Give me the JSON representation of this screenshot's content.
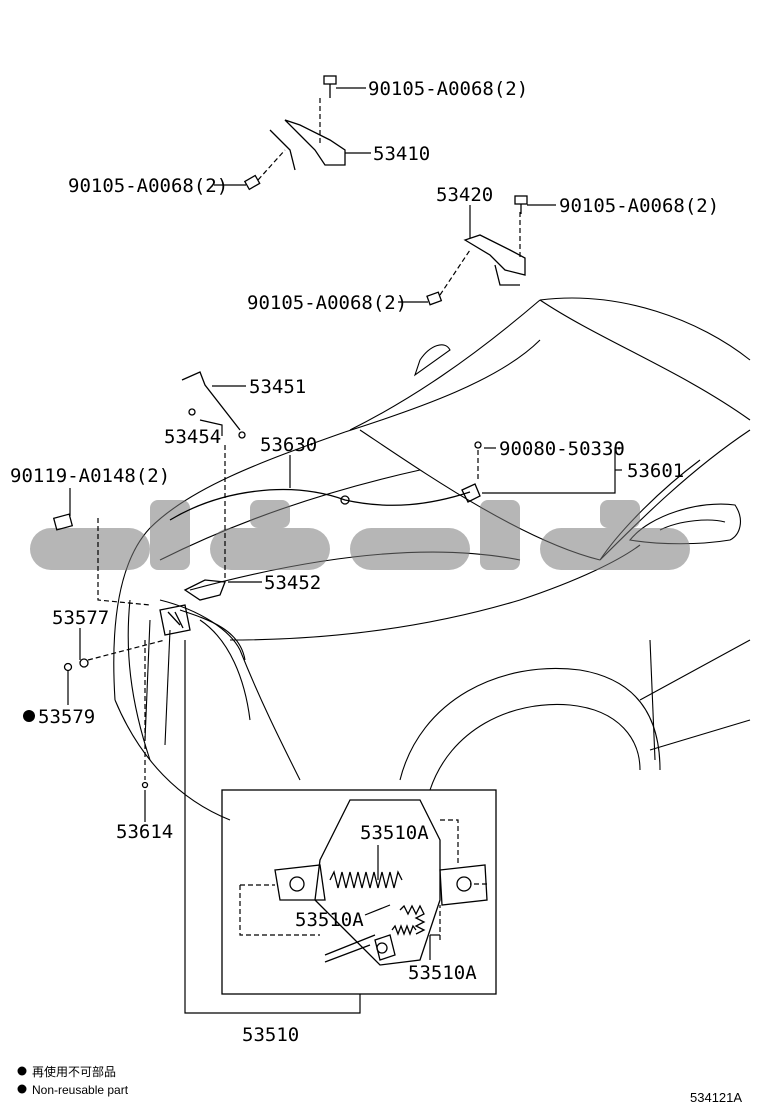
{
  "diagram": {
    "labels": {
      "bolt_top": "90105-A0068(2)",
      "hinge_left": "53410",
      "bolt_left": "90105-A0068(2)",
      "hinge_right": "53420",
      "bolt_right_top": "90105-A0068(2)",
      "bolt_right_bottom": "90105-A0068(2)",
      "support_rod": "53451",
      "rod_holder": "53454",
      "release_cable": "53630",
      "clip_screw": "90080-50330",
      "lever": "53601",
      "screw_latch": "90119-A0148(2)",
      "rod_clip": "53452",
      "cushion": "53577",
      "clip_nonreuse": "53579",
      "lower_part": "53614",
      "sub_a1": "53510A",
      "sub_a2": "53510A",
      "sub_a3": "53510A",
      "latch_assy": "53510"
    },
    "legend": {
      "cn": "再使用不可部品",
      "en": "Non-reusable part"
    },
    "figure_number": "534121A"
  }
}
